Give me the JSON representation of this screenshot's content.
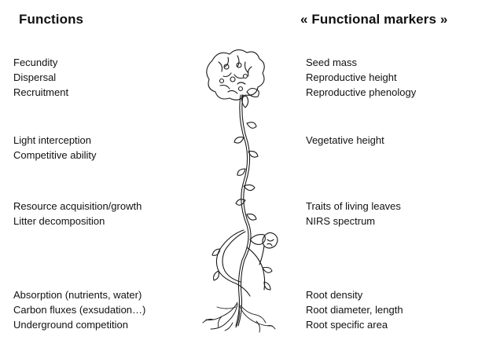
{
  "headings": {
    "functions": "Functions",
    "markers": "« Functional markers »"
  },
  "functions": [
    [
      "Fecundity",
      "Dispersal",
      "Recruitment"
    ],
    [
      "Light interception",
      "Competitive ability"
    ],
    [
      "Resource acquisition/growth",
      "Litter decomposition"
    ],
    [
      "Absorption (nutrients, water)",
      "Carbon fluxes (exsudation…)",
      "Underground competition"
    ]
  ],
  "markers": [
    [
      "Seed mass",
      "Reproductive height",
      "Reproductive phenology"
    ],
    [
      "Vegetative height"
    ],
    [
      "Traits of living leaves",
      "NIRS spectrum"
    ],
    [
      "Root density",
      "Root diameter, length",
      "Root specific area"
    ]
  ]
}
